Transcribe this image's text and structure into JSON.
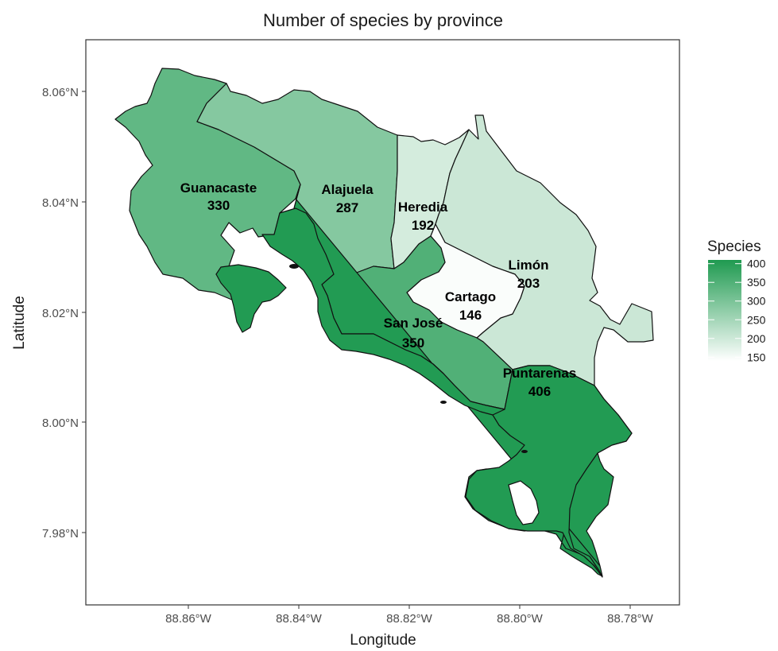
{
  "title": "Number of species by province",
  "x_axis": {
    "label": "Longitude",
    "ticks": [
      "88.86°W",
      "88.84°W",
      "88.82°W",
      "88.80°W",
      "88.78°W"
    ]
  },
  "y_axis": {
    "label": "Latitude",
    "ticks": [
      "8.06°N",
      "8.04°N",
      "8.02°N",
      "8.00°N",
      "7.98°N"
    ]
  },
  "legend": {
    "title": "Species",
    "labels": [
      "400",
      "350",
      "300",
      "250",
      "200",
      "150"
    ],
    "min": 140,
    "max": 410,
    "color_low": "#ffffff",
    "color_high": "#1f9a50"
  },
  "map_data": {
    "provinces": [
      {
        "key": "guanacaste",
        "name": "Guanacaste",
        "species": 330
      },
      {
        "key": "alajuela",
        "name": "Alajuela",
        "species": 287
      },
      {
        "key": "heredia",
        "name": "Heredia",
        "species": 192
      },
      {
        "key": "limon",
        "name": "Limón",
        "species": 203
      },
      {
        "key": "cartago",
        "name": "Cartago",
        "species": 146
      },
      {
        "key": "sanjose",
        "name": "San José",
        "species": 350
      },
      {
        "key": "puntarenas",
        "name": "Puntarenas",
        "species": 406
      }
    ]
  }
}
